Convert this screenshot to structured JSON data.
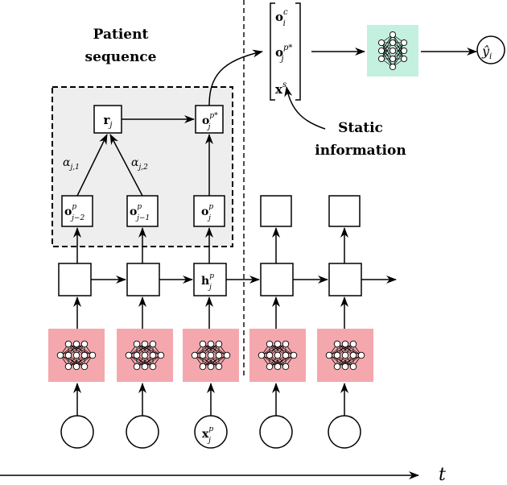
{
  "title_patient_line1": "Patient",
  "title_patient_line2": "sequence",
  "static_info_line1": "Static",
  "static_info_line2": "information",
  "labels": {
    "r": "r",
    "r_sub": "j",
    "o_star": "o",
    "o_star_sup": "p*",
    "o_star_sub": "j",
    "o_jm2": "o",
    "o_jm2_sup": "p",
    "o_jm2_sub": "j−2",
    "o_jm1": "o",
    "o_jm1_sup": "p",
    "o_jm1_sub": "j−1",
    "o_j": "o",
    "o_j_sup": "p",
    "o_j_sub": "j",
    "h": "h",
    "h_sup": "p",
    "h_sub": "j",
    "x": "x",
    "x_sup": "p",
    "x_sub": "j",
    "alpha1": "α",
    "alpha1_sub": "j,1",
    "alpha2": "α",
    "alpha2_sub": "j,2",
    "vec_oc": "o",
    "vec_oc_sup": "c",
    "vec_oc_sub": "i",
    "vec_op": "o",
    "vec_op_sup": "p*",
    "vec_op_sub": "j",
    "vec_xs": "x",
    "vec_xs_sup": "s",
    "y_hat": "ŷ",
    "y_hat_sub": "i",
    "time": "t"
  },
  "colors": {
    "mlp_pink": "#f4a8ad",
    "mlp_green": "#c3f0df",
    "box_gray": "#eeeeee",
    "stroke": "#000000"
  }
}
